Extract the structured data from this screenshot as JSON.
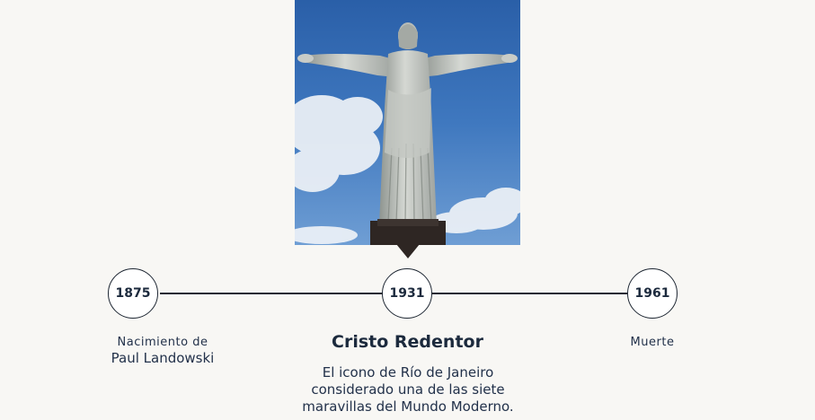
{
  "image": {
    "subject": "christ-the-redeemer-statue"
  },
  "timeline": {
    "events": [
      {
        "year": "1875",
        "caption_line1": "Nacimiento de",
        "caption_line2": "Paul Landowski"
      },
      {
        "year": "1931",
        "title": "Cristo Redentor",
        "description": "El icono de Río de Janeiro considerado una de las siete maravillas del Mundo Moderno."
      },
      {
        "year": "1961",
        "caption": "Muerte"
      }
    ]
  },
  "colors": {
    "background": "#f8f7f4",
    "text": "#1c2a3d",
    "line": "#1e2733",
    "sky": "#3f78bf"
  }
}
